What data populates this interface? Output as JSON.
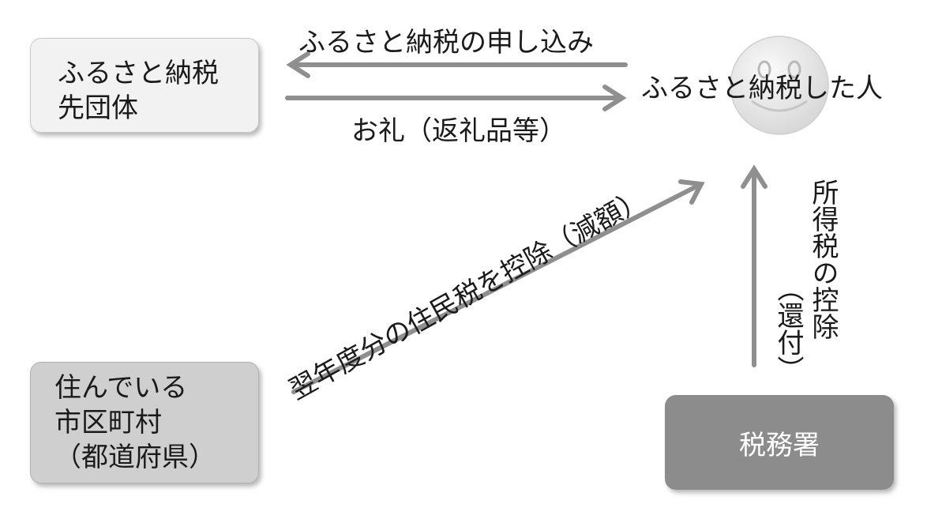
{
  "nodes": {
    "furusato_dest": {
      "lines": [
        "ふるさと納税",
        "先団体"
      ]
    },
    "municipality": {
      "lines": [
        "住んでいる",
        "市区町村",
        "（都道府県）"
      ]
    },
    "tax_office": {
      "label": "税務署"
    },
    "person": {
      "label": "ふるさと納税した人"
    }
  },
  "edges": {
    "application": "ふるさと納税の申し込み",
    "gift": "お礼（返礼品等）",
    "resident_tax": "翌年度分の住民税を控除（減額）",
    "income_tax": "所得税の控除",
    "income_tax_refund": "（還付）"
  },
  "colors": {
    "arrow": "#8f8f8f",
    "box_light": "#f2f2f2",
    "box_mid": "#cfcfcf",
    "box_dark": "#8c8c8c",
    "face": "#e6e6e6"
  },
  "icons": {
    "person": "smiley-face-icon"
  }
}
